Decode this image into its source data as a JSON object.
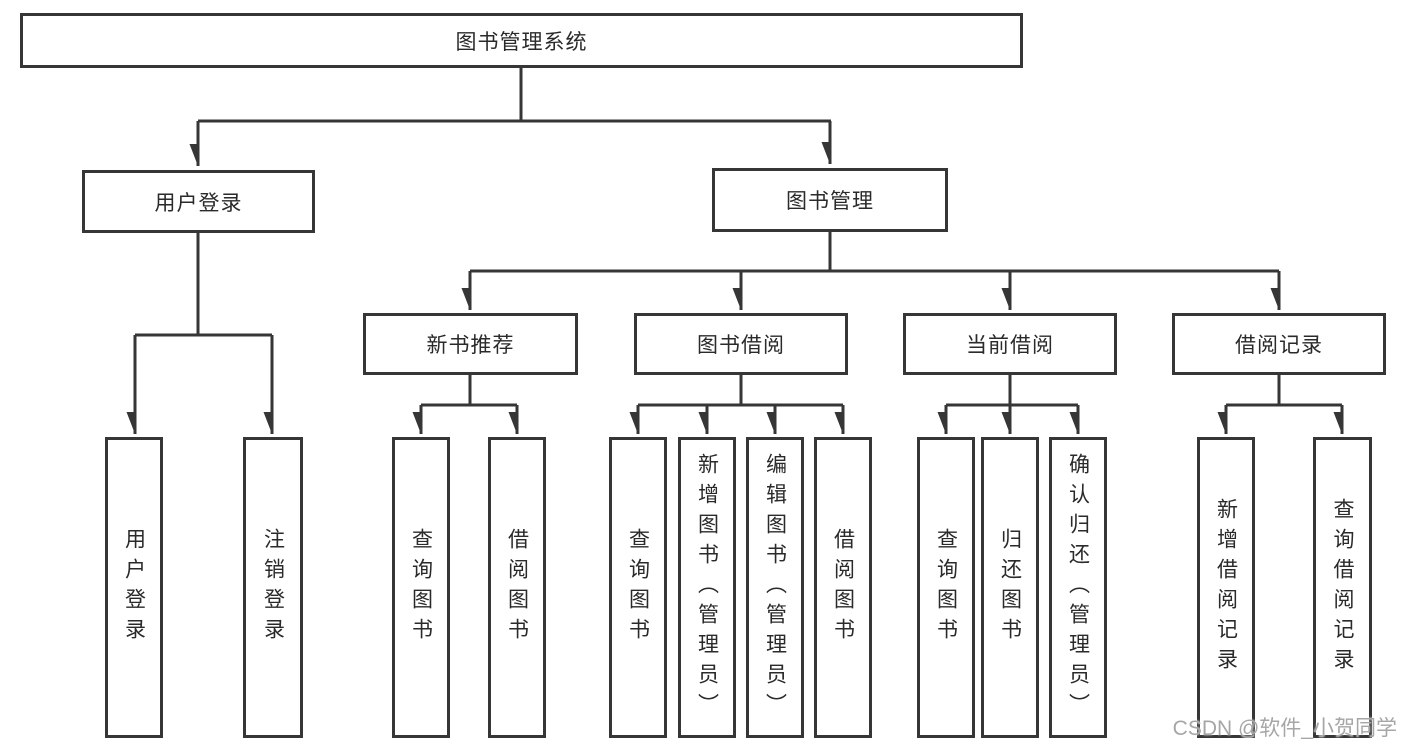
{
  "tree": {
    "label": "图书管理系统",
    "children": [
      {
        "label": "用户登录",
        "children": [
          {
            "label": "用户登录"
          },
          {
            "label": "注销登录"
          }
        ]
      },
      {
        "label": "图书管理",
        "children": [
          {
            "label": "新书推荐",
            "children": [
              {
                "label": "查询图书"
              },
              {
                "label": "借阅图书"
              }
            ]
          },
          {
            "label": "图书借阅",
            "children": [
              {
                "label": "查询图书"
              },
              {
                "label": "新增图书（管理员）"
              },
              {
                "label": "编辑图书（管理员）"
              },
              {
                "label": "借阅图书"
              }
            ]
          },
          {
            "label": "当前借阅",
            "children": [
              {
                "label": "查询图书"
              },
              {
                "label": "归还图书"
              },
              {
                "label": "确认归还（管理员）"
              }
            ]
          },
          {
            "label": "借阅记录",
            "children": [
              {
                "label": "新增借阅记录"
              },
              {
                "label": "查询借阅记录"
              }
            ]
          }
        ]
      }
    ]
  },
  "watermark": "CSDN @软件_小贺同学",
  "colors": {
    "line": "#363636",
    "box_border": "#363636",
    "text": "#2a2a2a",
    "watermark": "#a6a6a6",
    "background": "#ffffff"
  }
}
